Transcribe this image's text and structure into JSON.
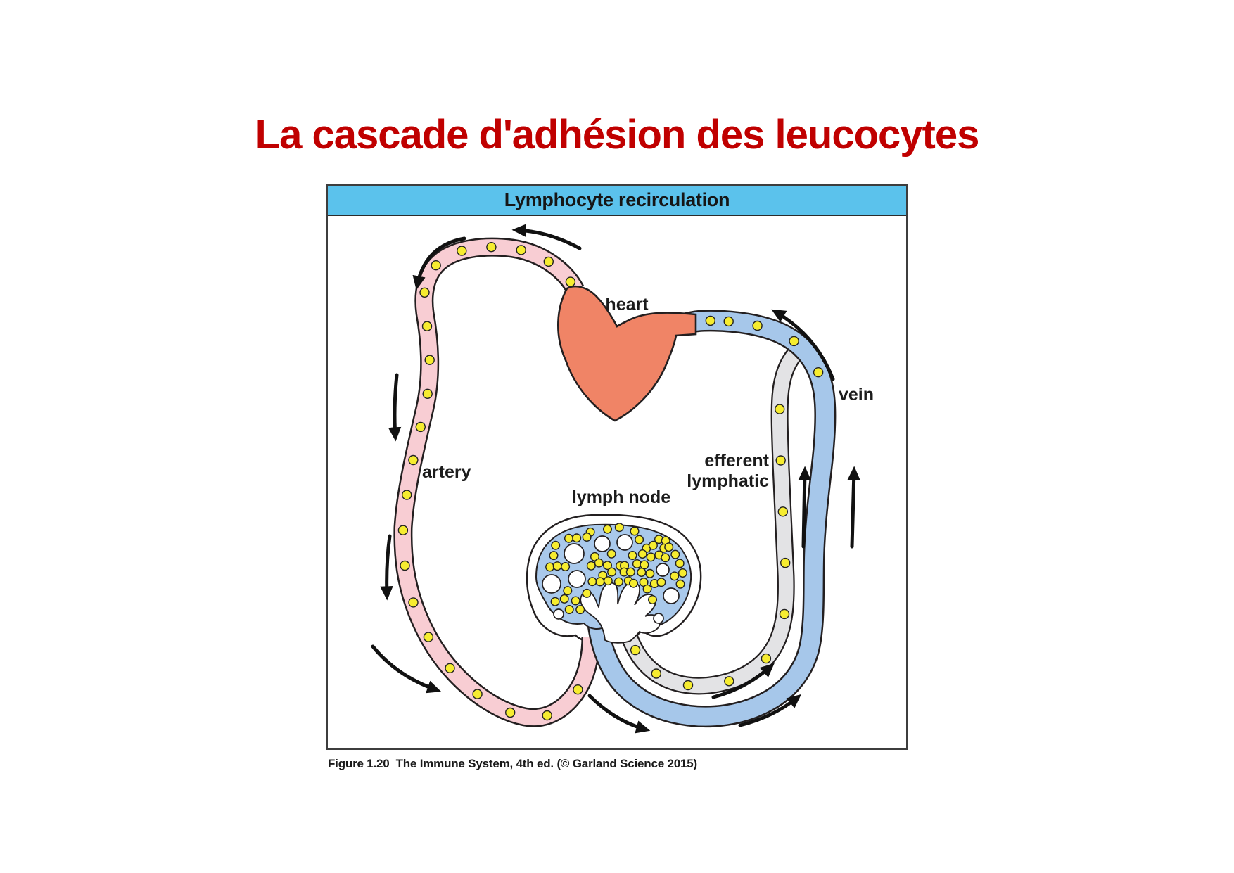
{
  "title": "La cascade d'adhésion des leucocytes",
  "figure": {
    "header": "Lymphocyte recirculation",
    "labels": {
      "heart": "heart",
      "artery": "artery",
      "vein": "vein",
      "efferent_line1": "efferent",
      "efferent_line2": "lymphatic",
      "lymph_node": "lymph node"
    },
    "caption": {
      "prefix": "Figure 1.20",
      "text": "The Immune System, 4th ed. (© Garland Science 2015)"
    }
  },
  "colors": {
    "title_red": "#C00000",
    "header_blue": "#5BC2EC",
    "heart_fill": "#F08466",
    "artery_pink": "#F8CDD3",
    "vein_blue": "#A6C7EA",
    "lymphatic_gray": "#E3E3E5",
    "node_interior_blue": "#A9C9EB",
    "lymphocyte_yellow": "#F6EC30",
    "outline_dark": "#231F20",
    "arrow_black": "#111111"
  },
  "lymphocytes": {
    "vessel_dot_radius": 6.5,
    "node_dot_radius": 5.8,
    "node_dot_spacing": 12.5,
    "artery_fractions": [
      0.012,
      0.05,
      0.088,
      0.126,
      0.164,
      0.202,
      0.24,
      0.283,
      0.326,
      0.369,
      0.412,
      0.455,
      0.5,
      0.545,
      0.59,
      0.638,
      0.686,
      0.734,
      0.782,
      0.83,
      0.878,
      0.93
    ],
    "vein_fractions": [
      0.79,
      0.845,
      0.9,
      0.94,
      0.965
    ],
    "efferent_fractions": [
      0.05,
      0.115,
      0.185,
      0.27,
      0.36,
      0.46,
      0.565,
      0.67,
      0.775,
      0.88
    ]
  }
}
